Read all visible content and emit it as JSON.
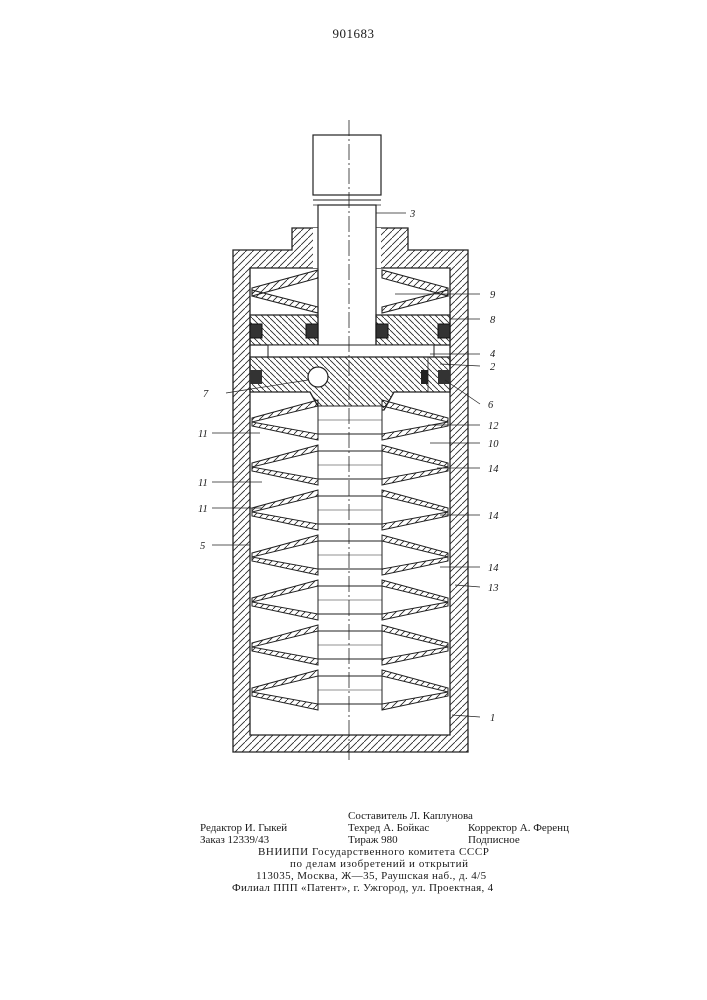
{
  "patent_number": "901683",
  "callouts": {
    "c1": "1",
    "c2": "2",
    "c3": "3",
    "c4": "4",
    "c5": "5",
    "c6": "6",
    "c7": "7",
    "c8": "8",
    "c9": "9",
    "c10": "10",
    "c11": "11",
    "c12": "12",
    "c13": "13",
    "c14": "14"
  },
  "imprint": {
    "compiler": "Составитель Л. Каплунова",
    "editor": "Редактор И. Гыкей",
    "techred": "Техред А. Бойкас",
    "corrector": "Корректор А. Ференц",
    "order": "Заказ 12339/43",
    "circulation": "Тираж 980",
    "subscription": "Подписное",
    "org1": "ВНИИПИ Государственного комитета СССР",
    "org2": "по делам изобретений и открытий",
    "address": "113035, Москва, Ж—35, Раушская наб., д. 4/5",
    "branch": "Филиал ППП «Патент», г. Ужгород, ул. Проектная, 4"
  }
}
